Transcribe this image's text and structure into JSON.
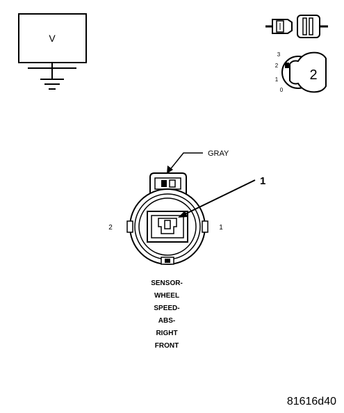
{
  "meter": {
    "label": "V"
  },
  "key_icon": {
    "positions": [
      "3",
      "2",
      "1",
      "0"
    ],
    "selected": "2"
  },
  "connector": {
    "wire_color": "GRAY",
    "callout": "1",
    "terminal_left": "2",
    "terminal_right": "1",
    "name_lines": [
      "SENSOR-",
      "WHEEL",
      "SPEED-",
      "ABS-",
      "RIGHT",
      "FRONT"
    ]
  },
  "figure_id": "81616d40"
}
